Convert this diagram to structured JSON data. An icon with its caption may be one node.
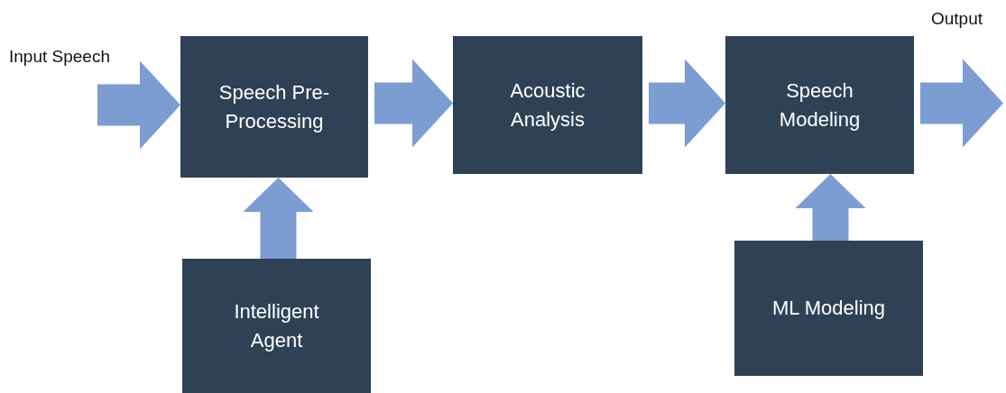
{
  "diagram": {
    "nodes": [
      {
        "text": [
          "Speech Pre-Processing"
        ]
      },
      {
        "text": [
          "Acoustic Analysis"
        ]
      },
      {
        "text": [
          "Speech Modeling"
        ]
      },
      {
        "text": [
          "Intelligent Agent"
        ]
      },
      {
        "text": [
          "ML Modeling"
        ]
      }
    ],
    "edges": [
      {
        "from": null,
        "to": 0,
        "arrow": "to"
      },
      {
        "from": 0,
        "to": 1,
        "arrow": "to"
      },
      {
        "from": 1,
        "to": 2,
        "arrow": "to"
      },
      {
        "from": 2,
        "to": null,
        "arrow": "to"
      },
      {
        "from": 3,
        "to": 0,
        "arrow": "to"
      },
      {
        "from": 4,
        "to": 2,
        "arrow": "to"
      }
    ],
    "labels": [
      "Output",
      "Input Speech"
    ]
  }
}
